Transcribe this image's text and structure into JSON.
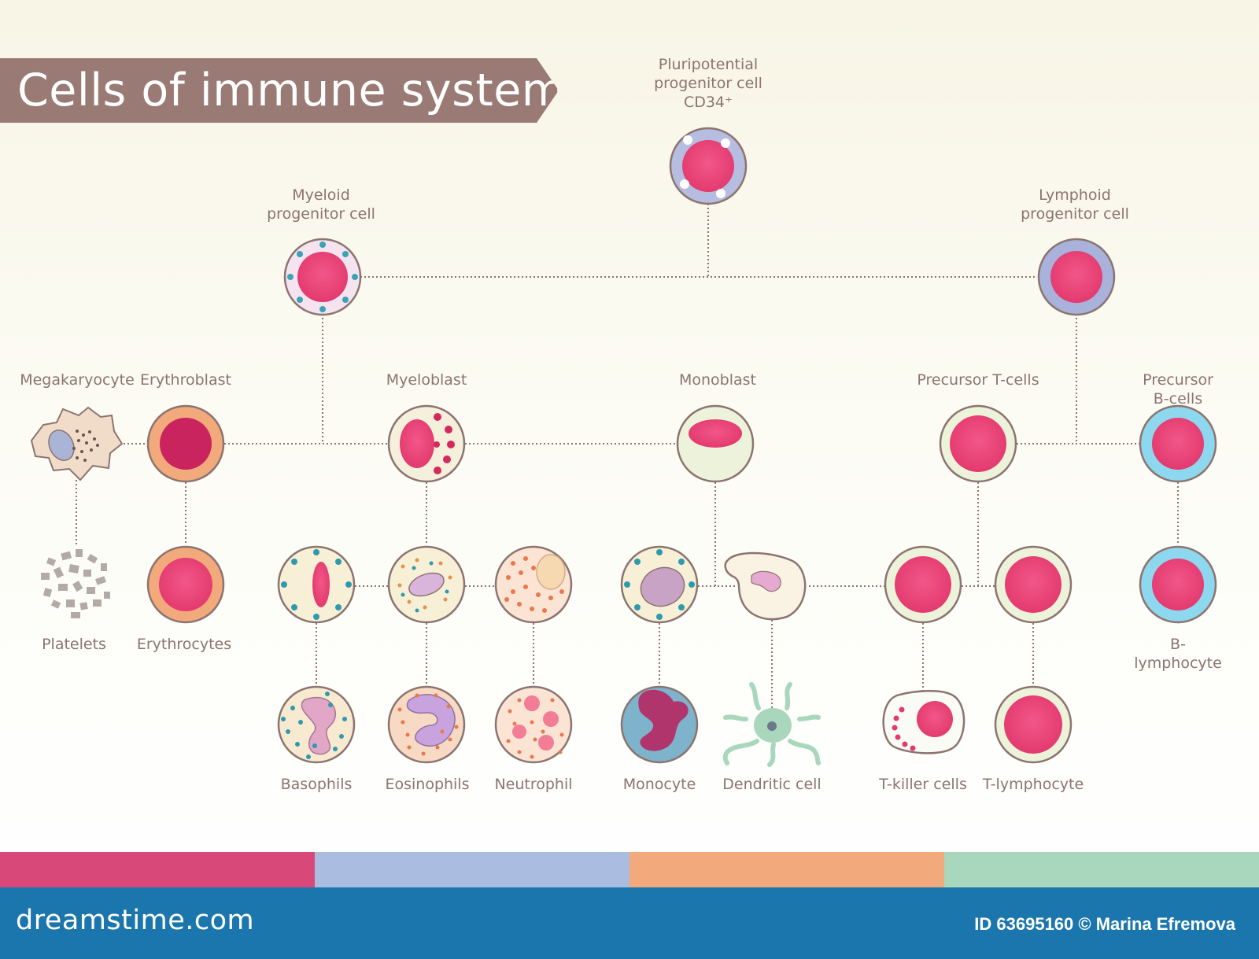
{
  "title": "Cells of immune system",
  "cells": {
    "pluripotential": {
      "label": "Pluripotential\nprogenitor cell\nCD34⁺"
    },
    "myeloid_progenitor": {
      "label": "Myeloid\nprogenitor cell"
    },
    "lymphoid_progenitor": {
      "label": "Lymphoid\nprogenitor cell"
    },
    "megakaryocyte": {
      "label": "Megakaryocyte"
    },
    "erythroblast": {
      "label": "Erythroblast"
    },
    "myeloblast": {
      "label": "Myeloblast"
    },
    "monoblast": {
      "label": "Monoblast"
    },
    "precursor_t": {
      "label": "Precursor T-cells"
    },
    "precursor_b": {
      "label": "Precursor B-cells"
    },
    "platelets": {
      "label": "Platelets"
    },
    "erythrocytes": {
      "label": "Erythrocytes"
    },
    "b_lymphocyte": {
      "label": "B-lymphocyte"
    },
    "basophils": {
      "label": "Basophils"
    },
    "eosinophils": {
      "label": "Eosinophils"
    },
    "neutrophil": {
      "label": "Neutrophil"
    },
    "monocyte": {
      "label": "Monocyte"
    },
    "dendritic": {
      "label": "Dendritic cell"
    },
    "t_killer": {
      "label": "T-killer cells"
    },
    "t_lymphocyte": {
      "label": "T-lymphocyte"
    }
  },
  "color_bar": [
    "#d8497a",
    "#aabde0",
    "#f2a97c",
    "#a9d7be"
  ],
  "footer": {
    "site": "dreamstime.com",
    "credit": "ID 63695160 © Marina Efremova"
  }
}
